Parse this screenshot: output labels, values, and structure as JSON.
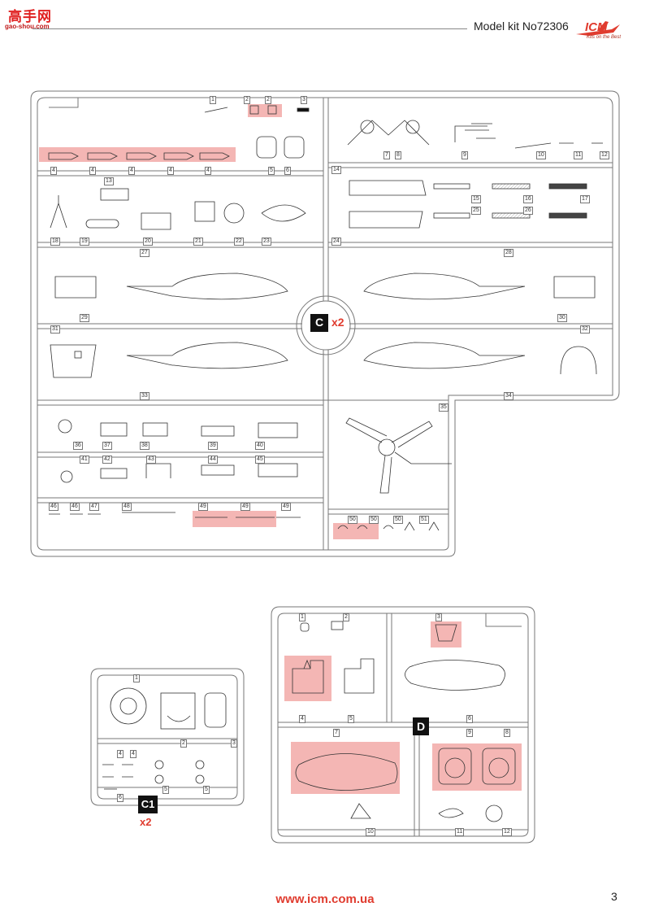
{
  "header": {
    "model_kit": "Model kit No72306",
    "brand": "ICM",
    "tagline": "Kits on the Best",
    "watermark_cn": "高手网",
    "watermark_url": "gao-shou.com"
  },
  "sprues": {
    "c": {
      "badge": "C",
      "multiplier": "x2",
      "part_numbers": [
        "1",
        "2",
        "2",
        "3",
        "4",
        "4",
        "4",
        "4",
        "4",
        "5",
        "6",
        "7",
        "8",
        "9",
        "10",
        "11",
        "12",
        "13",
        "14",
        "15",
        "16",
        "17",
        "18",
        "19",
        "20",
        "21",
        "22",
        "23",
        "24",
        "25",
        "26",
        "27",
        "28",
        "29",
        "30",
        "31",
        "32",
        "33",
        "34",
        "35",
        "36",
        "37",
        "38",
        "39",
        "40",
        "41",
        "42",
        "43",
        "44",
        "45",
        "46",
        "46",
        "47",
        "48",
        "49",
        "49",
        "49",
        "50",
        "50",
        "50",
        "51"
      ]
    },
    "c1": {
      "badge": "C1",
      "multiplier": "x2",
      "part_numbers": [
        "1",
        "2",
        "3",
        "4",
        "4",
        "5",
        "5",
        "6"
      ]
    },
    "d": {
      "badge": "D",
      "part_numbers": [
        "1",
        "2",
        "3",
        "4",
        "5",
        "6",
        "7",
        "8",
        "9",
        "10",
        "11",
        "12"
      ]
    }
  },
  "colors": {
    "highlight": "#f4b6b4",
    "accent": "#e03c2f",
    "frame": "#777777"
  },
  "footer": {
    "url": "www.icm.com.ua",
    "page_number": "3"
  }
}
